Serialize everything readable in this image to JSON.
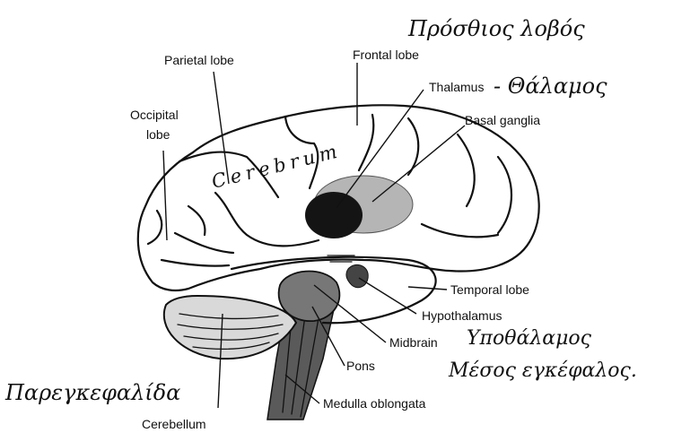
{
  "labels": {
    "parietal": "Parietal lobe",
    "frontal": "Frontal lobe",
    "occipital_1": "Occipital",
    "occipital_2": "lobe",
    "thalamus": "Thalamus",
    "basal_ganglia": "Basal ganglia",
    "temporal": "Temporal lobe",
    "hypothalamus": "Hypothalamus",
    "midbrain": "Midbrain",
    "pons": "Pons",
    "medulla": "Medulla oblongata",
    "cerebellum": "Cerebellum",
    "cerebrum": "Cerebrum"
  },
  "handwritten": {
    "frontal_greek": "Πρόσθιος λοβός",
    "thalamus_greek": "- Θάλαμος",
    "hypothalamus_greek": "Υποθάλαμος",
    "midbrain_greek": "Μέσος εγκέφαλος.",
    "cerebellum_greek": "Παρεγκεφαλίδα"
  },
  "colors": {
    "ink": "#111111",
    "paper": "#ffffff",
    "shading": "#9a9a9a"
  }
}
